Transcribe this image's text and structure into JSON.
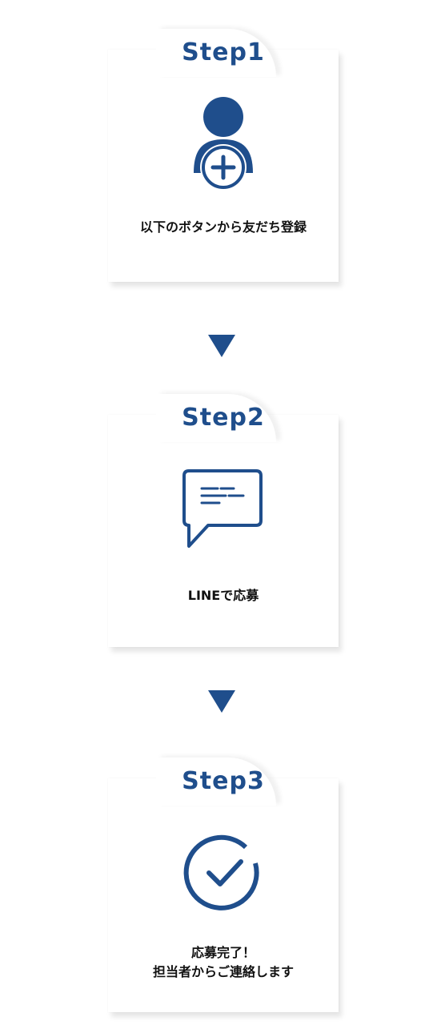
{
  "steps": [
    {
      "title": "Step1",
      "icon": "add-user-icon",
      "text": [
        "以下のボタンから友だち登録"
      ]
    },
    {
      "title": "Step2",
      "icon": "chat-bubble-icon",
      "text": [
        "LINEで応募"
      ]
    },
    {
      "title": "Step3",
      "icon": "check-circle-icon",
      "text": [
        "応募完了！",
        "担当者からご連絡します"
      ]
    }
  ],
  "colors": {
    "accent": "#1f4e8c",
    "text": "#111111",
    "background": "#ffffff"
  }
}
